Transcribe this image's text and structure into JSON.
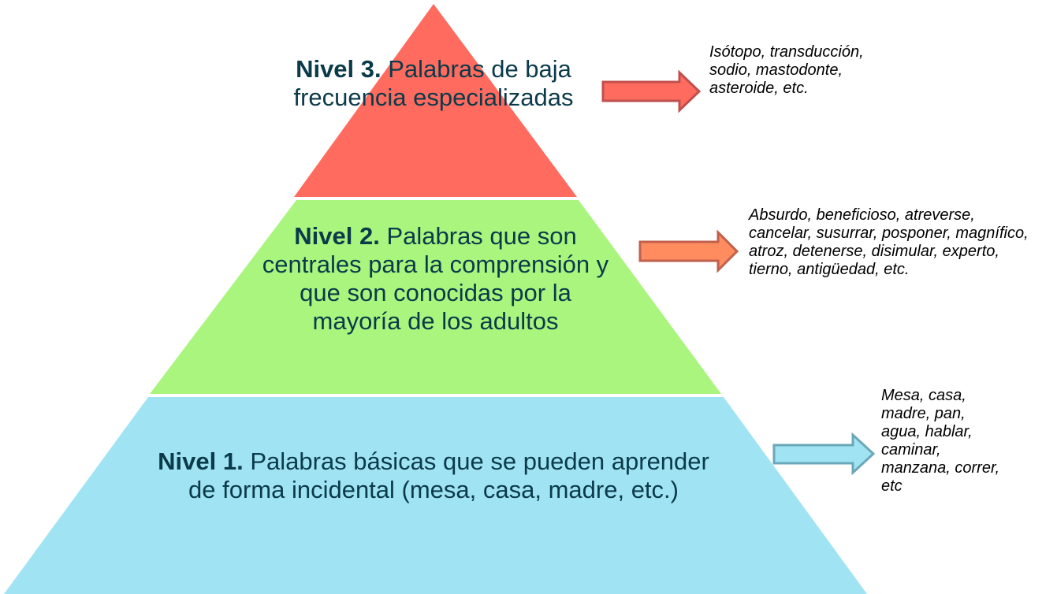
{
  "colors": {
    "level3": "#ff6b5e",
    "level2": "#a9f57e",
    "level1": "#a0e4f4",
    "text": "#0b3a4a",
    "arrow3_stroke": "#c0504d",
    "arrow2_fill": "#ff8c5e",
    "arrow2_stroke": "#c0604d",
    "arrow1_stroke": "#6aa8b8"
  },
  "levels": [
    {
      "title": "Nivel 3.",
      "text": "Palabras de baja frecuencia especializadas",
      "examples": "Isótopo, transducción, sodio, mastodonte, asteroide, etc."
    },
    {
      "title": "Nivel 2.",
      "text": "Palabras que son centrales para la comprensión y que son conocidas por la mayoría de los adultos",
      "examples": "Absurdo, beneficioso, atreverse, cancelar, susurrar, posponer, magnífico, atroz, detenerse, disimular, experto, tierno, antigüedad, etc."
    },
    {
      "title": "Nivel 1.",
      "text": "Palabras básicas que se pueden aprender de forma incidental (mesa, casa, madre, etc.)",
      "examples": "Mesa, casa, madre, pan, agua, hablar, caminar, manzana, correr, etc"
    }
  ]
}
